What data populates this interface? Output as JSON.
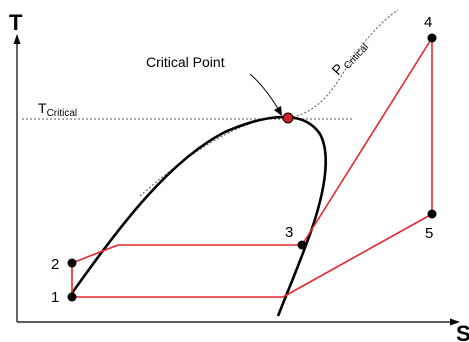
{
  "axes": {
    "y_label": "T",
    "x_label": "S"
  },
  "annotations": {
    "critical_point": "Critical Point",
    "t_critical_main": "T",
    "t_critical_sub": "Critical",
    "p_critical_main": "P",
    "p_critical_sub": "Critical"
  },
  "states": {
    "s1": "1",
    "s2": "2",
    "s3": "3",
    "s4": "4",
    "s5": "5"
  },
  "colors": {
    "cycle": "#e8262b",
    "dome": "#000000",
    "critical_point": "#d21f26",
    "dotted": "#555555"
  }
}
